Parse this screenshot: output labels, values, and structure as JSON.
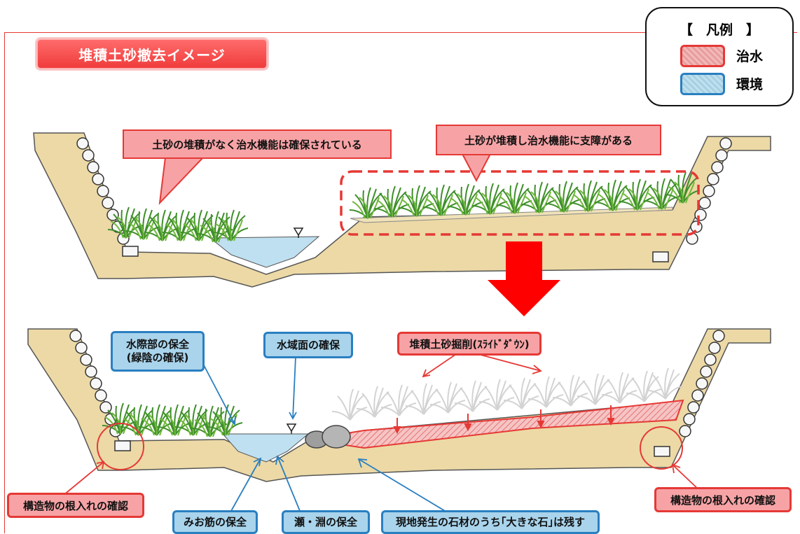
{
  "title": "堆積土砂撤去イメージ",
  "legend": {
    "title": "【　凡例　】",
    "items": [
      {
        "label": "治水",
        "color": "#e53935"
      },
      {
        "label": "環境",
        "color": "#2a7fc1"
      }
    ]
  },
  "top_section": {
    "callout_left": "土砂の堆積がなく治水機能は確保されている",
    "callout_right": "土砂が堆積し治水機能に支障がある"
  },
  "bottom_section": {
    "callout_waterside": "水際部の保全\n(緑陰の確保)",
    "callout_water_surface": "水域面の確保",
    "callout_excavation": "堆積土砂掘削(ｽﾗｲﾄﾞﾀﾞｳﾝ)",
    "label_structure_left": "構造物の根入れの確認",
    "label_structure_right": "構造物の根入れの確認",
    "label_channel": "みお筋の保全",
    "label_riffle_pool": "瀬・淵の保全",
    "label_stones": "現地発生の石材のうち｢大きな石｣は残す"
  },
  "colors": {
    "flood_control": "#e53935",
    "environment": "#2a7fc1",
    "bank": "#ecd9a6",
    "water": "#bfe0f0",
    "vegetation": "#3e8f2a"
  }
}
